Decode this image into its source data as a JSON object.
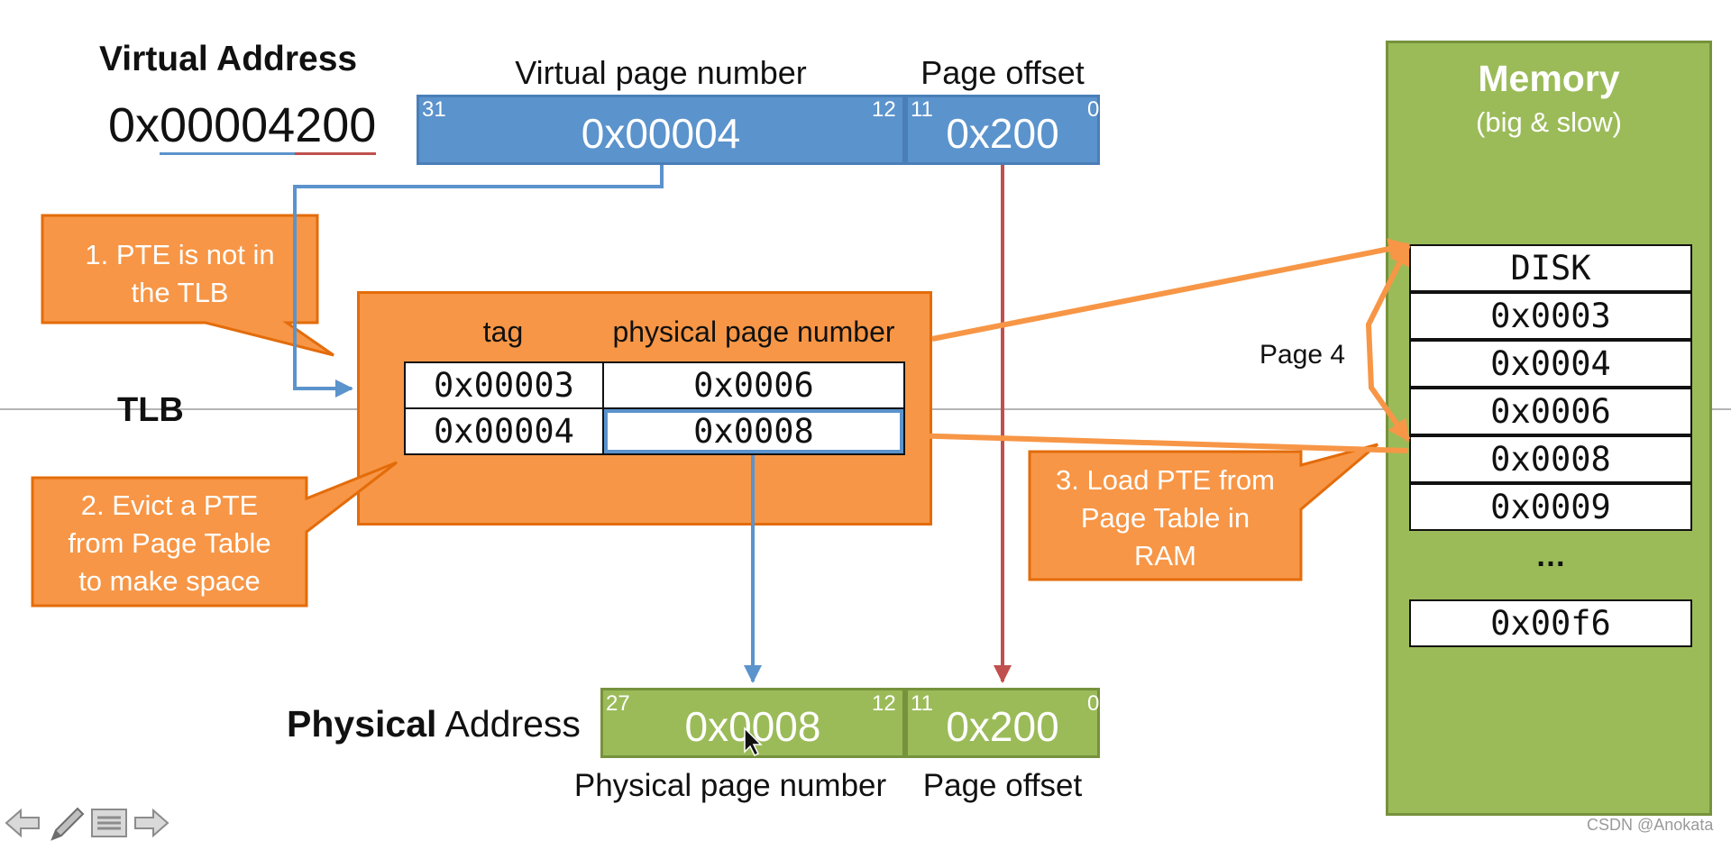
{
  "virtual": {
    "heading": "Virtual Address",
    "prefix": "0x",
    "vpn_digits": "00004",
    "offset_digits": "200",
    "vpn_label": "Virtual page number",
    "offset_label": "Page offset",
    "vpn_value": "0x00004",
    "offset_value": "0x200",
    "bit_31": "31",
    "bit_12": "12",
    "bit_11": "11",
    "bit_0": "0"
  },
  "tlb": {
    "label": "TLB",
    "col_tag": "tag",
    "col_ppn": "physical page number",
    "rows": [
      {
        "tag": "0x00003",
        "ppn": "0x0006"
      },
      {
        "tag": "0x00004",
        "ppn": "0x0008"
      }
    ]
  },
  "callouts": {
    "c1": [
      "1. PTE is not in",
      "the TLB"
    ],
    "c2": [
      "2. Evict a PTE",
      "from Page Table",
      "to make space"
    ],
    "c3": [
      "3. Load PTE from",
      "Page Table in",
      "RAM"
    ]
  },
  "memory": {
    "title": "Memory",
    "subtitle": "(big & slow)",
    "page_label": "Page 4",
    "rows": [
      "DISK",
      "0x0003",
      "0x0004",
      "0x0006",
      "0x0008",
      "0x0009"
    ],
    "ellipsis": "…",
    "last_row": "0x00f6"
  },
  "physical": {
    "heading_bold": "Physical",
    "heading_rest": " Address",
    "ppn_value": "0x0008",
    "offset_value": "0x200",
    "bit_27": "27",
    "bit_12": "12",
    "bit_11": "11",
    "bit_0": "0",
    "ppn_label": "Physical page number",
    "offset_label": "Page offset"
  },
  "watermark": "CSDN @Anokata",
  "icons": [
    "back-arrow-icon",
    "pen-icon",
    "menu-icon",
    "forward-arrow-icon"
  ],
  "colors": {
    "blue": "#5b93cc",
    "orange": "#f79646",
    "green": "#9bbb59",
    "red": "#c0504d"
  }
}
